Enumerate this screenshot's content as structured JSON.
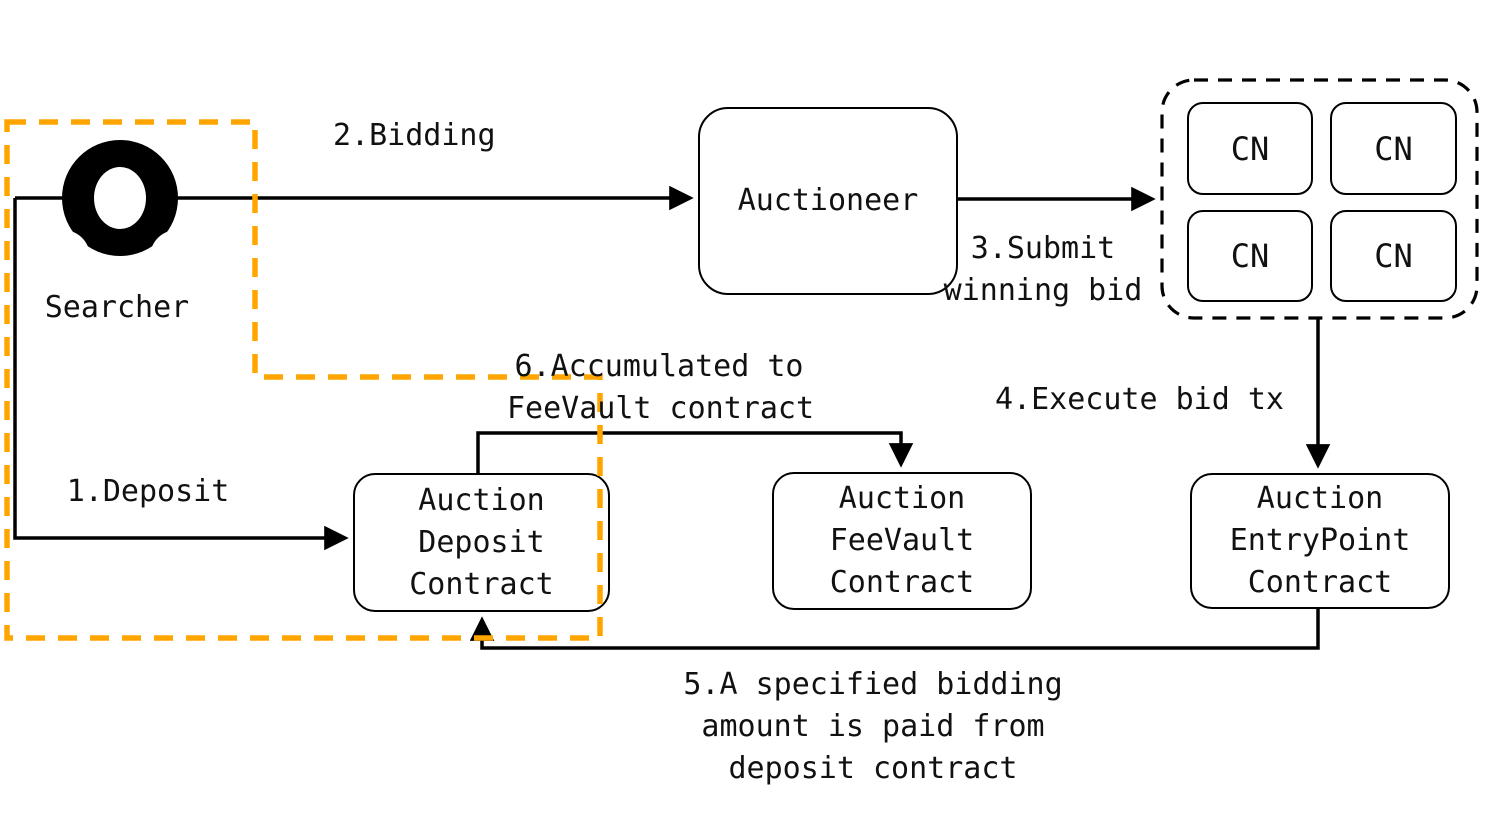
{
  "diagram": {
    "actor": {
      "label": "Searcher",
      "icon": "person-icon"
    },
    "boxes": {
      "auctioneer": {
        "label": "Auctioneer"
      },
      "deposit": {
        "lines": [
          "Auction",
          "Deposit",
          "Contract"
        ]
      },
      "feevault": {
        "lines": [
          "Auction",
          "FeeVault",
          "Contract"
        ]
      },
      "entrypoint": {
        "lines": [
          "Auction",
          "EntryPoint",
          "Contract"
        ]
      }
    },
    "cn_cluster": {
      "nodes": [
        "CN",
        "CN",
        "CN",
        "CN"
      ]
    },
    "steps": {
      "step1": "1.Deposit",
      "step2": "2.Bidding",
      "step3": [
        "3.Submit",
        "winning bid"
      ],
      "step4": "4.Execute bid tx",
      "step5": [
        "5.A specified bidding",
        "amount is paid from",
        "deposit contract"
      ],
      "step6": [
        "6.Accumulated to",
        "FeeVault contract"
      ]
    },
    "colors": {
      "highlight_orange": "#FFA500",
      "line_black": "#000000",
      "background": "#FFFFFF",
      "text": "#111111"
    }
  }
}
